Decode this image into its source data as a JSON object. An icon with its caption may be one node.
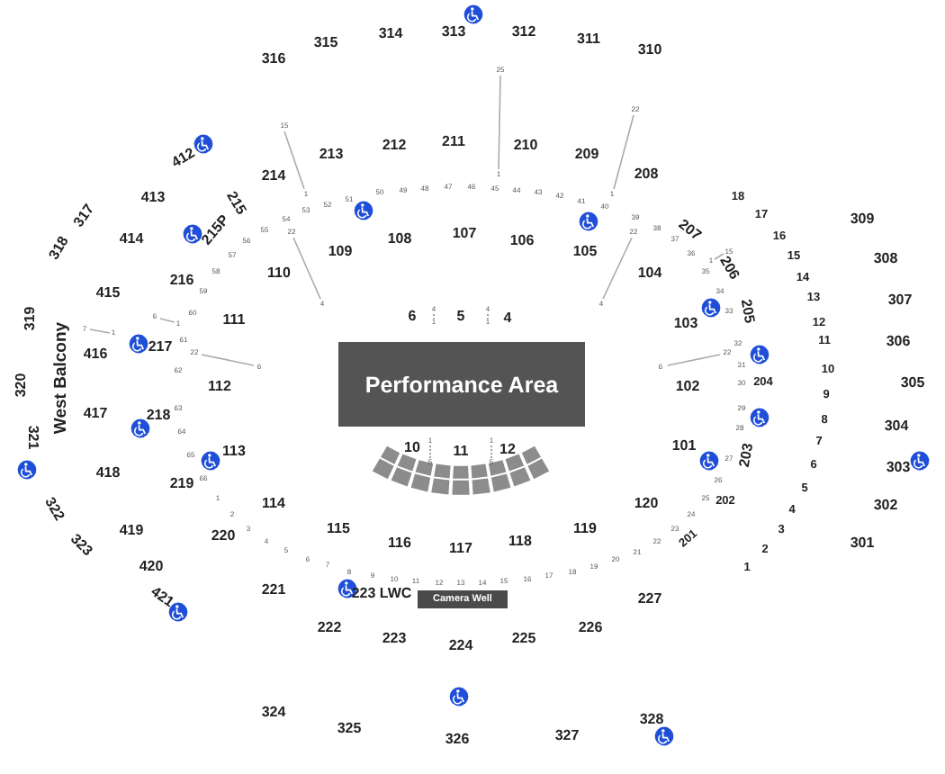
{
  "diagram": {
    "nodes": [
      {
        "text": [
          "Performance Area"
        ]
      },
      {
        "text": [
          "Camera Well"
        ]
      }
    ],
    "labels": [
      "316",
      "315",
      "314",
      "313",
      "312",
      "311",
      "310",
      "25",
      "15",
      "22",
      "213",
      "212",
      "211",
      "210",
      "209",
      "412",
      "214",
      "208",
      "1",
      "1",
      "1",
      "52",
      "51",
      "50",
      "49",
      "48",
      "47",
      "46",
      "45",
      "44",
      "43",
      "42",
      "41",
      "40",
      "18",
      "413",
      "215",
      "53",
      "317",
      "17",
      "39",
      "309",
      "54",
      "414",
      "215P",
      "56",
      "55",
      "22",
      "108",
      "107",
      "106",
      "22",
      "38",
      "37",
      "207",
      "16",
      "318",
      "57",
      "109",
      "105",
      "36",
      "1",
      "15",
      "15",
      "308",
      "216",
      "58",
      "110",
      "104",
      "35",
      "206",
      "14",
      "319",
      "415",
      "59",
      "34",
      "13",
      "307",
      "7",
      "1",
      "6",
      "1",
      "60",
      "111",
      "4",
      "6",
      "4",
      "1",
      "5",
      "4",
      "1",
      "4",
      "4",
      "103",
      "33",
      "205",
      "12",
      "416",
      "217",
      "61",
      "22",
      "22",
      "32",
      "11",
      "306",
      "320",
      "West Balcony",
      "62",
      "6",
      "6",
      "31",
      "10",
      "112",
      "102",
      "30",
      "204",
      "9",
      "305",
      "321",
      "417",
      "218",
      "63",
      "64",
      "28",
      "29",
      "8",
      "304",
      "418",
      "65",
      "66",
      "113",
      "10",
      "1",
      "5",
      "11",
      "1",
      "5",
      "12",
      "101",
      "27",
      "203",
      "6",
      "7",
      "303",
      "219",
      "26",
      "5",
      "322",
      "1",
      "2",
      "114",
      "120",
      "24",
      "25",
      "202",
      "4",
      "302",
      "323",
      "419",
      "220",
      "3",
      "4",
      "5",
      "115",
      "116",
      "117",
      "118",
      "119",
      "21",
      "22",
      "23",
      "201",
      "2",
      "3",
      "301",
      "420",
      "6",
      "7",
      "8",
      "9",
      "10",
      "11",
      "12",
      "13",
      "14",
      "15",
      "16",
      "17",
      "18",
      "19",
      "20",
      "1",
      "421",
      "221",
      "223 LWC",
      "227",
      "222",
      "223",
      "224",
      "225",
      "226",
      "324",
      "325",
      "326",
      "327",
      "328"
    ]
  }
}
